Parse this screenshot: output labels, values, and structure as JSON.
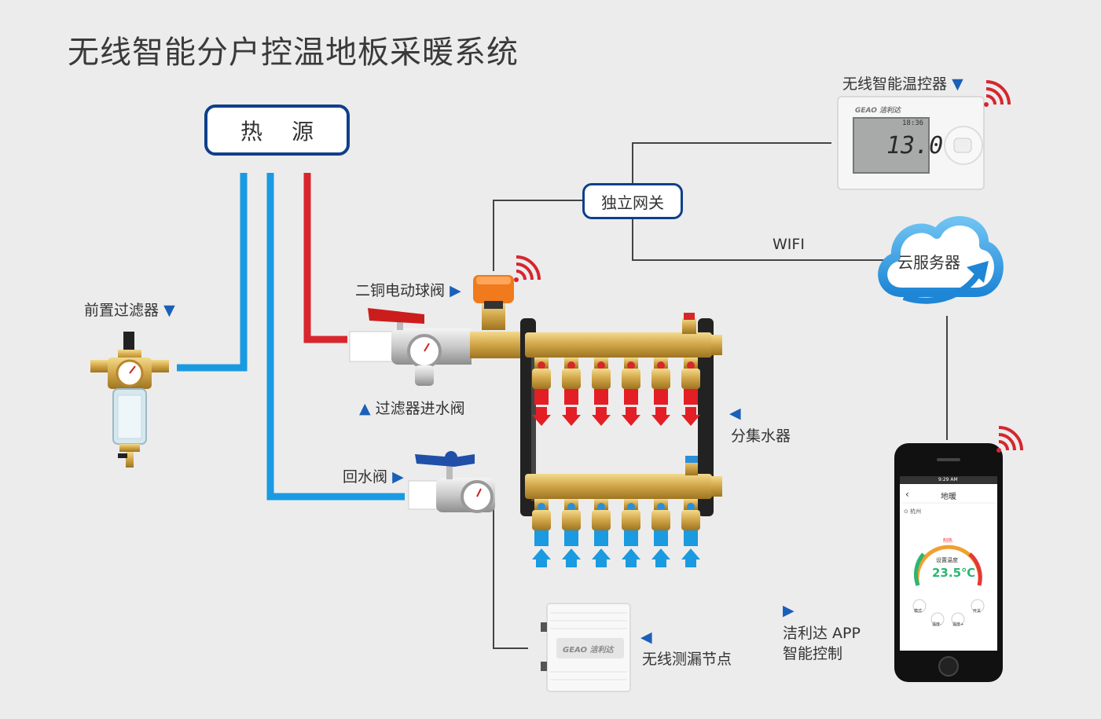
{
  "title": "无线智能分户控温地板采暖系统",
  "nodes": {
    "heat_source": "热 源",
    "gateway": "独立网关",
    "cloud": "云服务器",
    "wifi": "WIFI",
    "thermostat": "无线智能温控器",
    "prefilter": "前置过滤器",
    "ball_valve": "二铜电动球阀",
    "filter_valve": "过滤器进水阀",
    "return_valve": "回水阀",
    "manifold": "分集水器",
    "leak_node": "无线测漏节点",
    "app_line1": "洁利达 APP",
    "app_line2": "智能控制"
  },
  "thermostat_screen": {
    "display_value": "13.0",
    "small_text": "18:36"
  },
  "phone": {
    "status_time": "9:29 AM",
    "header_title": "地暖",
    "location": "杭州",
    "dial_label_top": "制热",
    "dial_label": "设置温度",
    "set_temp": "23.5℃",
    "btn_mode": "模式",
    "btn_temp_down": "温度-",
    "btn_temp_up": "温度+",
    "btn_power": "开关"
  },
  "brand": {
    "logo": "GEAO 洁利达"
  },
  "colors": {
    "pipe_blue": "#1a9ae0",
    "pipe_red": "#d7262e",
    "box_border": "#0f3f8a",
    "triangle": "#1a5fb8",
    "brass": "#d9b25a",
    "wireless": "#d6262e"
  }
}
